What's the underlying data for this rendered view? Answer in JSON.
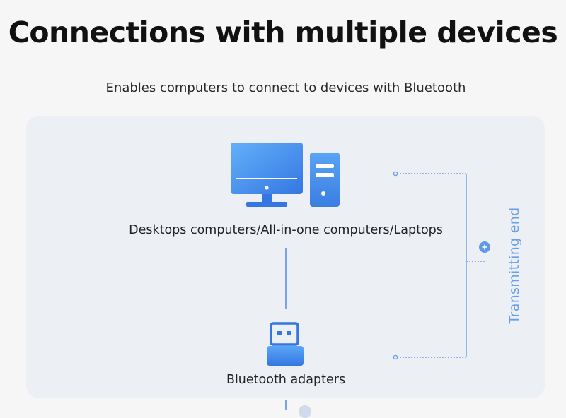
{
  "header": {
    "title": "Connections with multiple devices",
    "subtitle": "Enables computers to connect to devices with Bluetooth"
  },
  "diagram": {
    "nodes": [
      {
        "id": "computers",
        "icon": "desktop-computer-icon",
        "label": "Desktops computers/All-in-one computers/Laptops"
      },
      {
        "id": "adapter",
        "icon": "usb-bluetooth-adapter-icon",
        "label": "Bluetooth adapters"
      }
    ],
    "group_label": "Transmitting end",
    "group_icon": "plus-circle-icon",
    "colors": {
      "accent": "#3a7ee0",
      "accent_light": "#5ea6f7",
      "line": "#7aa5e4",
      "card": "#eceff4",
      "page": "#f6f6f6"
    }
  }
}
